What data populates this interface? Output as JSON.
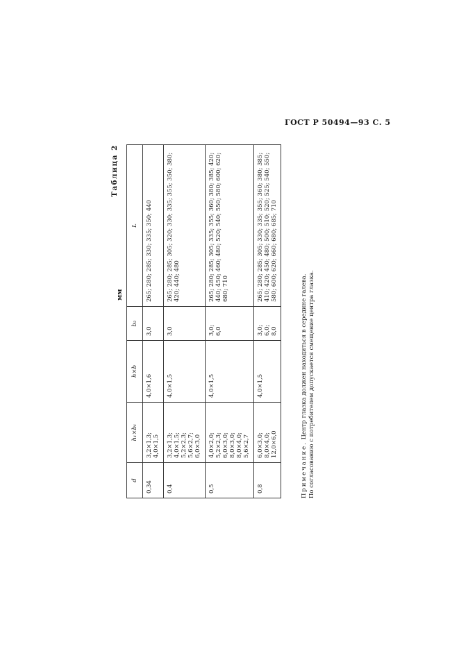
{
  "header": {
    "text": "ГОСТ Р 50494—93 С. 5"
  },
  "table": {
    "caption": "Таблица 2",
    "units": "мм",
    "columns": [
      "d",
      "h₁×b₁",
      "h×b",
      "b₂",
      "L"
    ],
    "rows": [
      {
        "d": "0,34",
        "h1b1": "3,2×1,3;\n4,0×1,5",
        "hb": "4,0×1,6",
        "b2": "3,0",
        "L": "265; 280; 285; 330; 335; 350; 440"
      },
      {
        "d": "0,4",
        "h1b1": "3,2×1,3;\n4,0×1,5;\n5,2×2,3;\n5,6×2,7;\n6,0×3,0",
        "hb": "4,0×1,5",
        "b2": "3,0",
        "L": "265; 280; 285; 305; 320; 330; 335; 355; 350; 380; 420; 440; 480"
      },
      {
        "d": "0,5",
        "h1b1": "4,0×2,0;\n5,2×2,3;\n6,0×3,0;\n8,0×3,0;\n8,0×4,0;\n5,6×2,7",
        "hb": "4,0×1,5",
        "b2": "3,0;\n6,0",
        "L": "265; 280; 285; 305; 335; 355; 360; 380; 385; 420; 440; 450; 460; 480; 520; 540; 550; 580; 600; 620; 680; 710"
      },
      {
        "d": "0,8",
        "h1b1": "6,0×3,0;\n8,0×4,0;\n12,0×6,0",
        "hb": "4,0×1,5",
        "b2": "3,0;\n6,0;\n8,0",
        "L": "265; 280; 285; 305; 330; 335; 355; 360; 380; 385; 410; 420; 450; 480; 500; 510; 520; 525; 540; 550; 580; 600; 620; 660; 680; 685; 710"
      }
    ]
  },
  "note": {
    "lead": "Примечание.",
    "line1": "Центр глазка должен находиться в середине галева.",
    "line2": "По согласованию с потребителем допускается смещение центра глазка."
  }
}
